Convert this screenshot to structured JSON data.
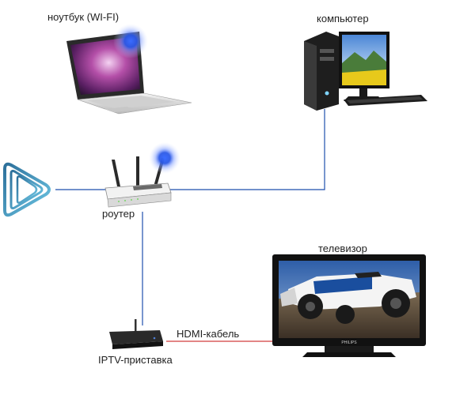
{
  "labels": {
    "laptop": "ноутбук (WI-FI)",
    "computer": "компьютер",
    "router": "роутер",
    "tv": "телевизор",
    "stb": "IPTV-приставка",
    "hdmi": "HDMI-кабель"
  },
  "colors": {
    "network_line": "#1f4fae",
    "hdmi_line": "#d23c3c",
    "wifi_glow": "#3a6cff",
    "logo_gradient_start": "#2c6f9a",
    "logo_gradient_end": "#6ec8e6"
  },
  "devices": {
    "laptop": "laptop-icon",
    "computer": "desktop-computer-icon",
    "router": "wifi-router-icon",
    "tv": "philips-tv-icon",
    "stb": "iptv-set-top-box-icon",
    "logo": "play-logo-icon",
    "tv_brand": "PHILIPS"
  }
}
